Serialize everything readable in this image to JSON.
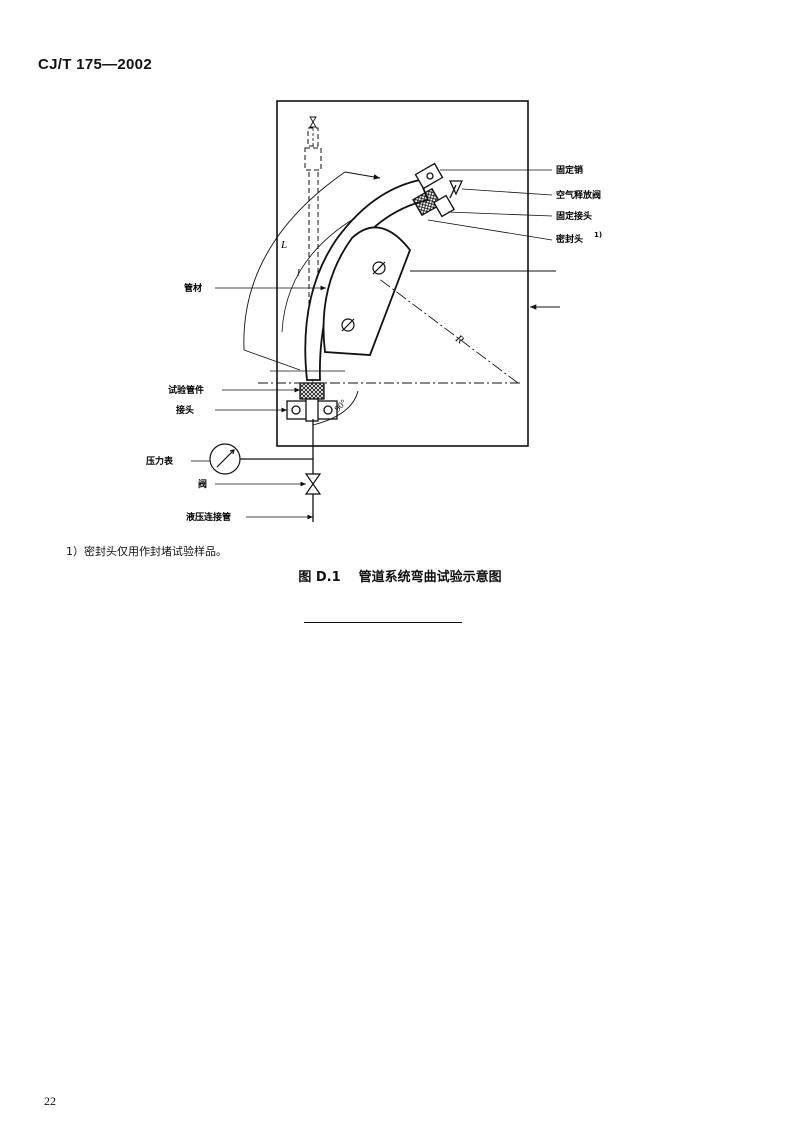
{
  "header": {
    "standard_code": "CJ/T 175—2002"
  },
  "figure": {
    "labels": {
      "fixing_pin": "固定销",
      "air_release_valve": "空气释放阀",
      "fixed_joint": "固定接头",
      "sealing_head": "密封头",
      "sealing_head_note_mark": "1)",
      "pipe": "管材",
      "test_fitting": "试验管件",
      "joint": "接头",
      "pressure_gauge": "压力表",
      "valve": "阀",
      "hydraulic_connection": "液压连接管"
    },
    "symbols": {
      "length": "L",
      "radius": "R",
      "angle": "90°"
    }
  },
  "footnote": "1）密封头仅用作封堵试验样品。",
  "caption": {
    "number": "图 D.1",
    "title": "管道系统弯曲试验示意图"
  },
  "page_number": "22"
}
